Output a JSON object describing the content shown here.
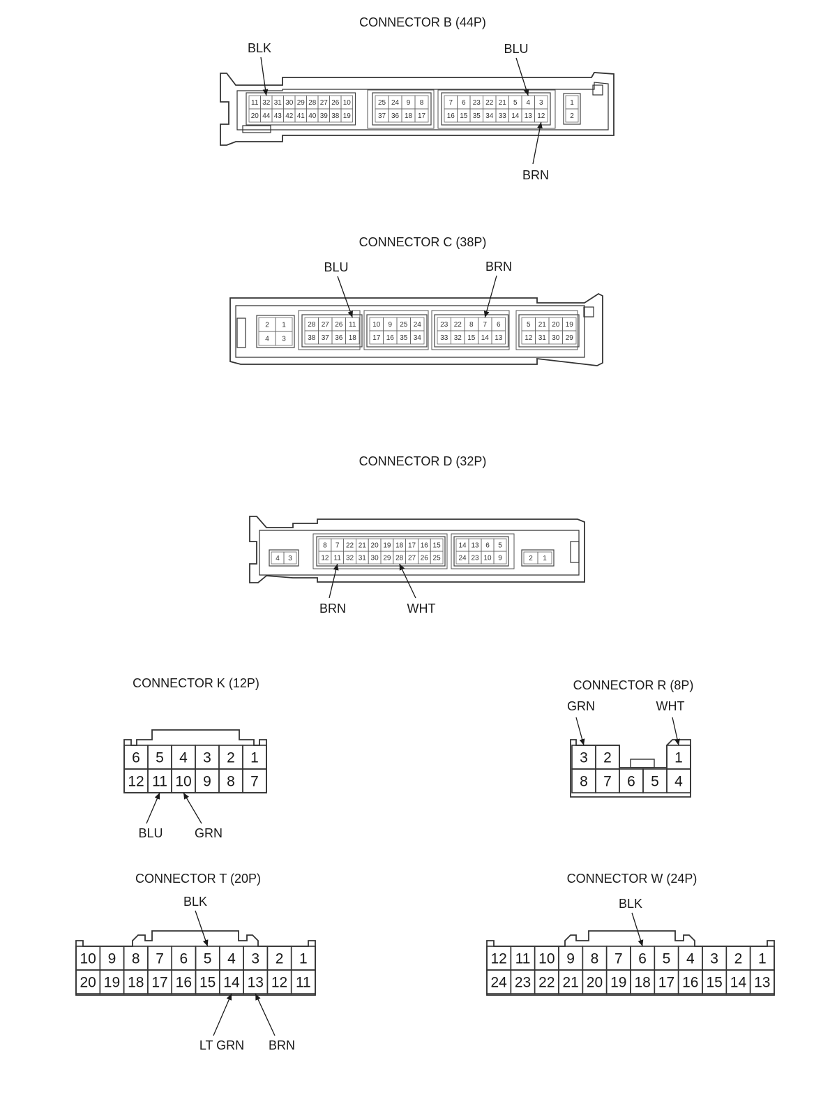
{
  "connectors": {
    "B": {
      "title": "CONNECTOR B (44P)",
      "blocks": [
        {
          "rows": [
            [
              "11",
              "32",
              "31",
              "30",
              "29",
              "28",
              "27",
              "26",
              "10"
            ],
            [
              "20",
              "44",
              "43",
              "42",
              "41",
              "40",
              "39",
              "38",
              "19"
            ]
          ]
        },
        {
          "rows": [
            [
              "25",
              "24",
              "9",
              "8"
            ],
            [
              "37",
              "36",
              "18",
              "17"
            ]
          ]
        },
        {
          "rows": [
            [
              "7",
              "6",
              "23",
              "22",
              "21",
              "5",
              "4",
              "3"
            ],
            [
              "16",
              "15",
              "35",
              "34",
              "33",
              "14",
              "13",
              "12"
            ]
          ]
        },
        {
          "rows": [
            [
              "1"
            ],
            [
              "2"
            ]
          ]
        }
      ],
      "wires": [
        {
          "label": "BLK",
          "pin": "32"
        },
        {
          "label": "BLU",
          "pin": "4"
        },
        {
          "label": "BRN",
          "pin": "12"
        }
      ]
    },
    "C": {
      "title": "CONNECTOR C (38P)",
      "blocks": [
        {
          "rows": [
            [
              "2",
              "1"
            ],
            [
              "4",
              "3"
            ]
          ]
        },
        {
          "rows": [
            [
              "28",
              "27",
              "26",
              "11"
            ],
            [
              "38",
              "37",
              "36",
              "18"
            ]
          ]
        },
        {
          "rows": [
            [
              "10",
              "9",
              "25",
              "24"
            ],
            [
              "17",
              "16",
              "35",
              "34"
            ]
          ]
        },
        {
          "rows": [
            [
              "23",
              "22",
              "8",
              "7",
              "6"
            ],
            [
              "33",
              "32",
              "15",
              "14",
              "13"
            ]
          ]
        },
        {
          "rows": [
            [
              "5",
              "21",
              "20",
              "19"
            ],
            [
              "12",
              "31",
              "30",
              "29"
            ]
          ]
        }
      ],
      "wires": [
        {
          "label": "BLU",
          "pin": "11"
        },
        {
          "label": "BRN",
          "pin": "7"
        }
      ]
    },
    "D": {
      "title": "CONNECTOR D (32P)",
      "blocks": [
        {
          "rows": [
            [
              "4",
              "3"
            ]
          ]
        },
        {
          "rows": [
            [
              "8",
              "7",
              "22",
              "21",
              "20",
              "19",
              "18",
              "17",
              "16",
              "15"
            ],
            [
              "12",
              "11",
              "32",
              "31",
              "30",
              "29",
              "28",
              "27",
              "26",
              "25"
            ]
          ]
        },
        {
          "rows": [
            [
              "14",
              "13",
              "6",
              "5"
            ],
            [
              "24",
              "23",
              "10",
              "9"
            ]
          ]
        },
        {
          "rows": [
            [
              "2",
              "1"
            ]
          ]
        }
      ],
      "wires": [
        {
          "label": "BRN",
          "pin": "11"
        },
        {
          "label": "WHT",
          "pin": "28"
        }
      ]
    },
    "K": {
      "title": "CONNECTOR K (12P)",
      "rows": [
        [
          "6",
          "5",
          "4",
          "3",
          "2",
          "1"
        ],
        [
          "12",
          "11",
          "10",
          "9",
          "8",
          "7"
        ]
      ],
      "wires": [
        {
          "label": "BLU",
          "pin": "11"
        },
        {
          "label": "GRN",
          "pin": "10"
        }
      ]
    },
    "R": {
      "title": "CONNECTOR R (8P)",
      "top_left": [
        "3",
        "2"
      ],
      "top_right": [
        "1"
      ],
      "bottom": [
        "8",
        "7",
        "6",
        "5",
        "4"
      ],
      "wires": [
        {
          "label": "GRN",
          "pin": "3"
        },
        {
          "label": "WHT",
          "pin": "1"
        }
      ]
    },
    "T": {
      "title": "CONNECTOR T (20P)",
      "rows": [
        [
          "10",
          "9",
          "8",
          "7",
          "6",
          "5",
          "4",
          "3",
          "2",
          "1"
        ],
        [
          "20",
          "19",
          "18",
          "17",
          "16",
          "15",
          "14",
          "13",
          "12",
          "11"
        ]
      ],
      "wires": [
        {
          "label": "BLK",
          "pin": "5"
        },
        {
          "label": "LT GRN",
          "pin": "14"
        },
        {
          "label": "BRN",
          "pin": "13"
        }
      ]
    },
    "W": {
      "title": "CONNECTOR W (24P)",
      "rows": [
        [
          "12",
          "11",
          "10",
          "9",
          "8",
          "7",
          "6",
          "5",
          "4",
          "3",
          "2",
          "1"
        ],
        [
          "24",
          "23",
          "22",
          "21",
          "20",
          "19",
          "18",
          "17",
          "16",
          "15",
          "14",
          "13"
        ]
      ],
      "wires": [
        {
          "label": "BLK",
          "pin": "6"
        }
      ]
    }
  }
}
